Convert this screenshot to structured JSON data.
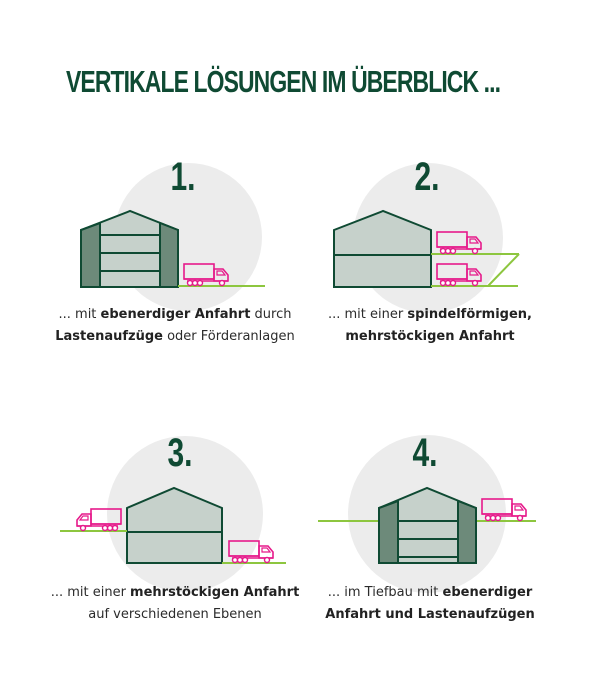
{
  "title": "VERTIKALE LÖSUNGEN IM ÜBERBLICK ...",
  "colors": {
    "dark_green": "#0f4a33",
    "building_fill": "#c6d1cb",
    "pillar_fill": "#6d8a7a",
    "circle": "#ececec",
    "truck": "#e6198a",
    "ground": "#8dc63f"
  },
  "panels": [
    {
      "number": "1.",
      "caption": {
        "line1": [
          {
            "t": "... mit ",
            "b": false
          },
          {
            "t": "ebenerdiger Anfahrt",
            "b": true
          },
          {
            "t": " durch",
            "b": false
          }
        ],
        "line2": [
          {
            "t": "Lastenaufzüge",
            "b": true
          },
          {
            "t": " oder Förderanlagen",
            "b": false
          }
        ]
      }
    },
    {
      "number": "2.",
      "caption": {
        "line1": [
          {
            "t": "... mit einer ",
            "b": false
          },
          {
            "t": "spindelförmigen,",
            "b": true
          }
        ],
        "line2": [
          {
            "t": "mehrstöckigen Anfahrt",
            "b": true
          }
        ]
      }
    },
    {
      "number": "3.",
      "caption": {
        "line1": [
          {
            "t": "... mit einer ",
            "b": false
          },
          {
            "t": "mehrstöckigen Anfahrt",
            "b": true
          }
        ],
        "line2": [
          {
            "t": "auf verschiedenen Ebenen",
            "b": false
          }
        ]
      }
    },
    {
      "number": "4.",
      "caption": {
        "line1": [
          {
            "t": "... im Tiefbau mit ",
            "b": false
          },
          {
            "t": "ebenerdiger",
            "b": true
          }
        ],
        "line2": [
          {
            "t": "Anfahrt und Lastenaufzügen",
            "b": true
          }
        ]
      }
    }
  ]
}
